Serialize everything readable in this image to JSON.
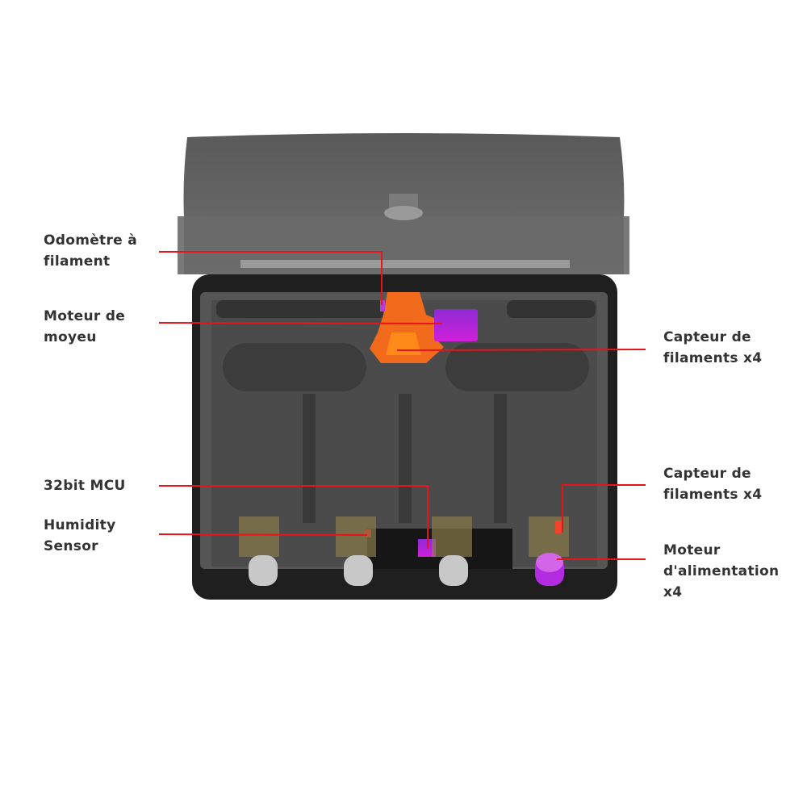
{
  "colors": {
    "leader": "#e8141c",
    "accent_orange": "#f26a1b",
    "accent_purple": "#c21fd6"
  },
  "labels": {
    "odometer": "Odomètre à\nfilament",
    "hub_motor": "Moteur de\nmoyeu",
    "filament_sensor_top": "Capteur de\nfilaments x4",
    "mcu": "32bit MCU",
    "humidity": "Humidity\nSensor",
    "filament_sensor_bottom": "Capteur de\nfilaments x4",
    "feed_motor": "Moteur\nd'alimentation\nx4"
  }
}
